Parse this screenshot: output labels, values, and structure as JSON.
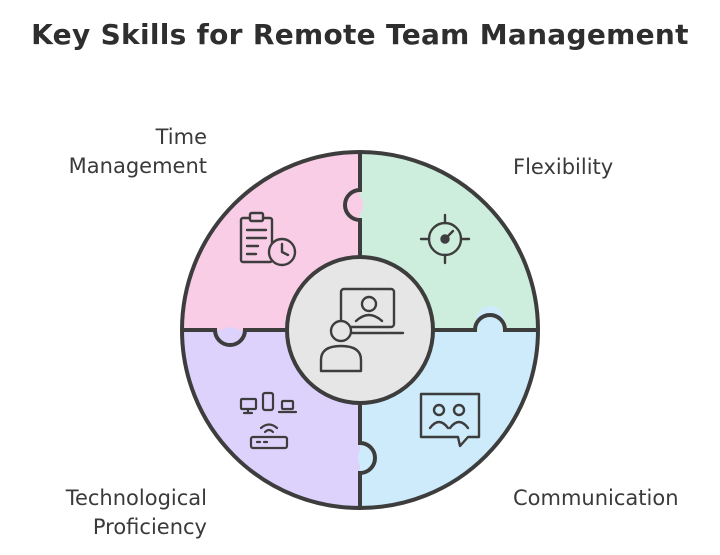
{
  "title": "Key Skills for Remote Team Management",
  "segments": [
    {
      "id": "time",
      "label_line1": "Time",
      "label_line2": "Management",
      "icon": "clipboard-clock-icon",
      "color": "#f9cde6"
    },
    {
      "id": "flex",
      "label_line1": "Flexibility",
      "label_line2": "",
      "icon": "gauge-target-icon",
      "color": "#cdeedd"
    },
    {
      "id": "tech",
      "label_line1": "Technological",
      "label_line2": "Proficiency",
      "icon": "devices-router-icon",
      "color": "#dcd2fb"
    },
    {
      "id": "comm",
      "label_line1": "Communication",
      "label_line2": "",
      "icon": "chat-people-icon",
      "color": "#cdebfb"
    }
  ],
  "center": {
    "icon": "remote-user-monitor-icon",
    "color": "#e6e6e6"
  }
}
